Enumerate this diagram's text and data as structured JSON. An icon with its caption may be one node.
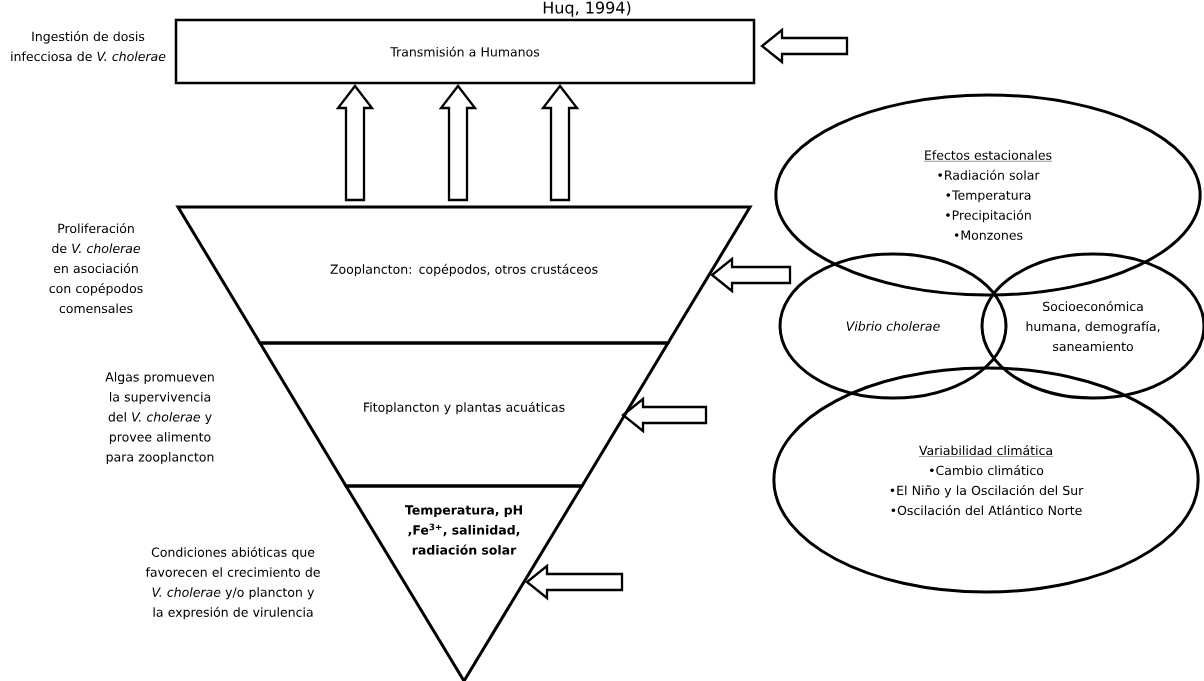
{
  "diagram": {
    "nodes": [
      {
        "text": [
          "Transmisión a Humanos"
        ],
        "beside": [
          "Ingestión de dosis infecciosa de *V. cholerae*"
        ]
      },
      {
        "text": [
          "Zooplancton: copépodos, otros crustáceos"
        ],
        "beside": [
          "Proliferación de *V. cholerae* en asociación con copépodos comensales"
        ]
      },
      {
        "text": [
          "Fitoplancton y plantas acuáticas"
        ],
        "beside": [
          "Algas promueven la supervivencia del *V. cholerae* y provee alimento para zooplancton"
        ]
      },
      {
        "text": [
          "Temperatura, pH ,Fe$^{3+}$, salinidad, radiación solar"
        ],
        "beside": [
          "Condiciones abióticas que favorecen el crecimiento de *V. cholerae* y/o plancton y la expresión de virulencia"
        ]
      },
      {
        "text": [
          "Efectos estacionales",
          "•Radiación solar",
          "•Temperatura",
          "•Precipitación",
          "•Monzones"
        ]
      },
      {
        "text": [
          "Vibrio cholerae"
        ]
      },
      {
        "text": [
          "Socioeconómica humana, demografía, saneamiento"
        ]
      },
      {
        "text": [
          "Variabilidad climática",
          "•Cambio climático",
          "•El Niño y la Oscilación del Sur",
          "•Oscilación del Atlántico Norte"
        ]
      }
    ],
    "edges": [
      {
        "from": 1,
        "to": 0,
        "arrow": "to"
      },
      {
        "from": 1,
        "to": 0,
        "arrow": "to"
      },
      {
        "from": 1,
        "to": 0,
        "arrow": "to"
      },
      {
        "from": null,
        "to": 0,
        "arrow": "to"
      },
      {
        "from": null,
        "to": 1,
        "arrow": "to"
      },
      {
        "from": null,
        "to": 2,
        "arrow": "to"
      },
      {
        "from": null,
        "to": 3,
        "arrow": "to"
      }
    ],
    "labels": [
      "Huq, 1994)"
    ]
  }
}
